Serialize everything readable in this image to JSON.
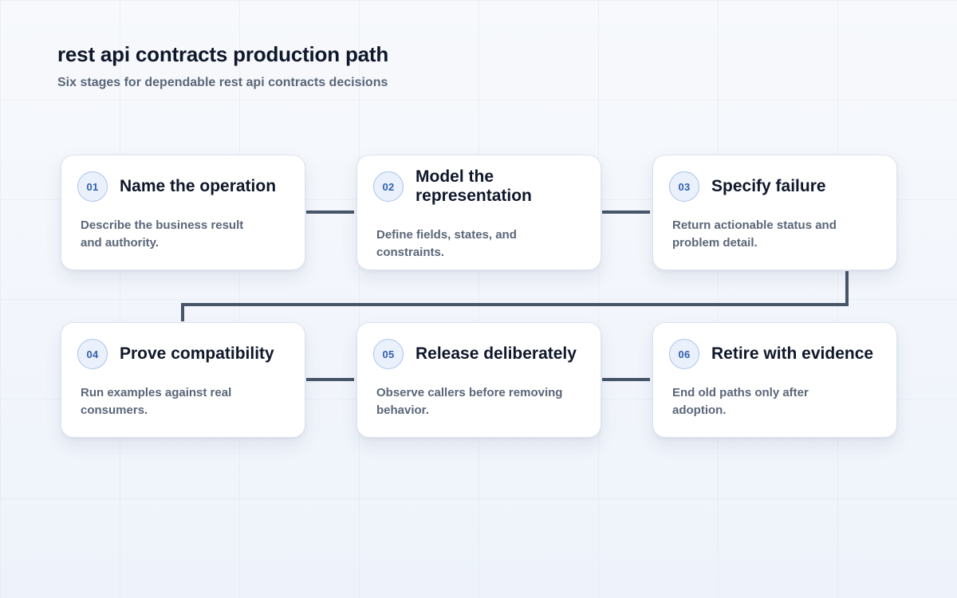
{
  "title": "rest api contracts production path",
  "subtitle": "Six stages for dependable rest api contracts decisions",
  "colors": {
    "connector": "#475569",
    "badge_border": "#a9c3ea",
    "badge_fill": "#eaf1fc",
    "badge_text": "#2f5fae"
  },
  "stages": [
    {
      "number": "01",
      "title": "Name the operation",
      "description": "Describe the business result and authority."
    },
    {
      "number": "02",
      "title": "Model the representation",
      "description": "Define fields, states, and constraints."
    },
    {
      "number": "03",
      "title": "Specify failure",
      "description": "Return actionable status and problem detail."
    },
    {
      "number": "04",
      "title": "Prove compatibility",
      "description": "Run examples against real consumers."
    },
    {
      "number": "05",
      "title": "Release deliberately",
      "description": "Observe callers before removing behavior."
    },
    {
      "number": "06",
      "title": "Retire with evidence",
      "description": "End old paths only after adoption."
    }
  ]
}
